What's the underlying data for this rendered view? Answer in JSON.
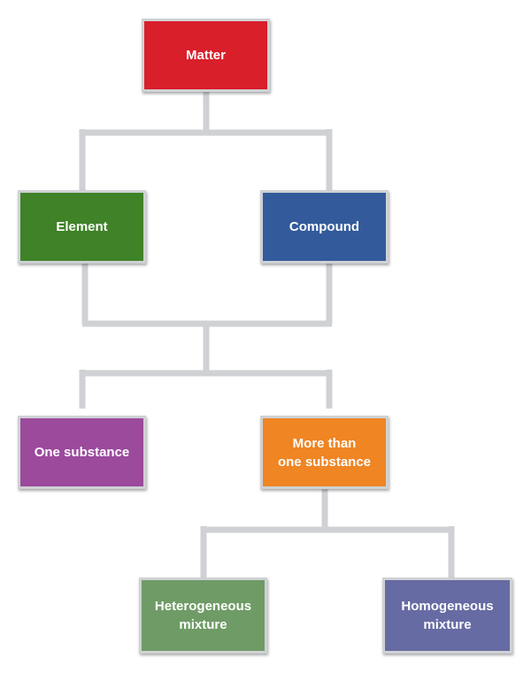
{
  "nodes": {
    "matter": {
      "label": "Matter",
      "color": "#d81f2a"
    },
    "element": {
      "label": "Element",
      "color": "#3f8228"
    },
    "compound": {
      "label": "Compound",
      "color": "#335b9b"
    },
    "one": {
      "label": "One substance",
      "color": "#9b4a9c"
    },
    "more": {
      "label": "More than\none substance",
      "color": "#ef8523"
    },
    "hetero": {
      "label": "Heterogeneous\nmixture",
      "color": "#6f9b66"
    },
    "homo": {
      "label": "Homogeneous\nmixture",
      "color": "#676ba3"
    }
  },
  "connector_color": "#cfd1d4"
}
